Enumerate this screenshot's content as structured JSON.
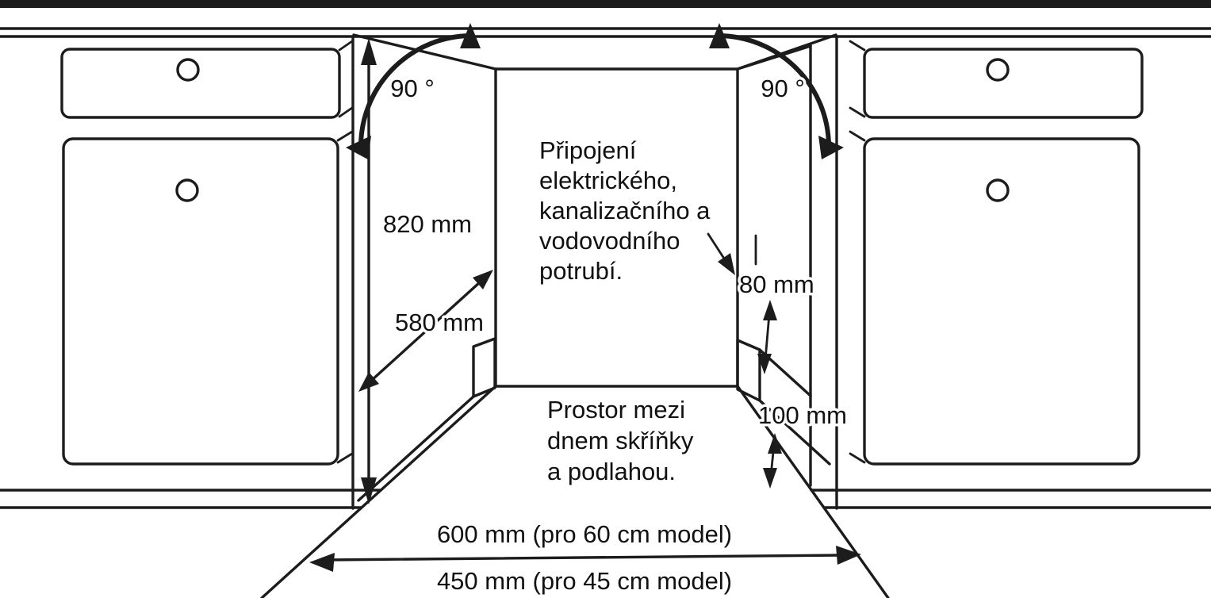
{
  "diagram": {
    "angles": {
      "left": "90 °",
      "right": "90 °"
    },
    "dimensions": {
      "height": "820 mm",
      "depth": "580 mm",
      "gap_80": "80 mm",
      "gap_100": "100 mm",
      "width_60": "600 mm (pro 60 cm model)",
      "width_45": "450 mm (pro 45 cm model)"
    },
    "notes": {
      "connection": [
        "Připojení",
        "elektrického,",
        "kanalizačního a",
        "vodovodního",
        "potrubí."
      ],
      "floor_gap": [
        "Prostor mezi",
        "dnem skříňky",
        "a podlahou."
      ]
    },
    "colors": {
      "line": "#1c1c1c",
      "plinth": "#bdbdbd",
      "background": "#ffffff"
    }
  }
}
